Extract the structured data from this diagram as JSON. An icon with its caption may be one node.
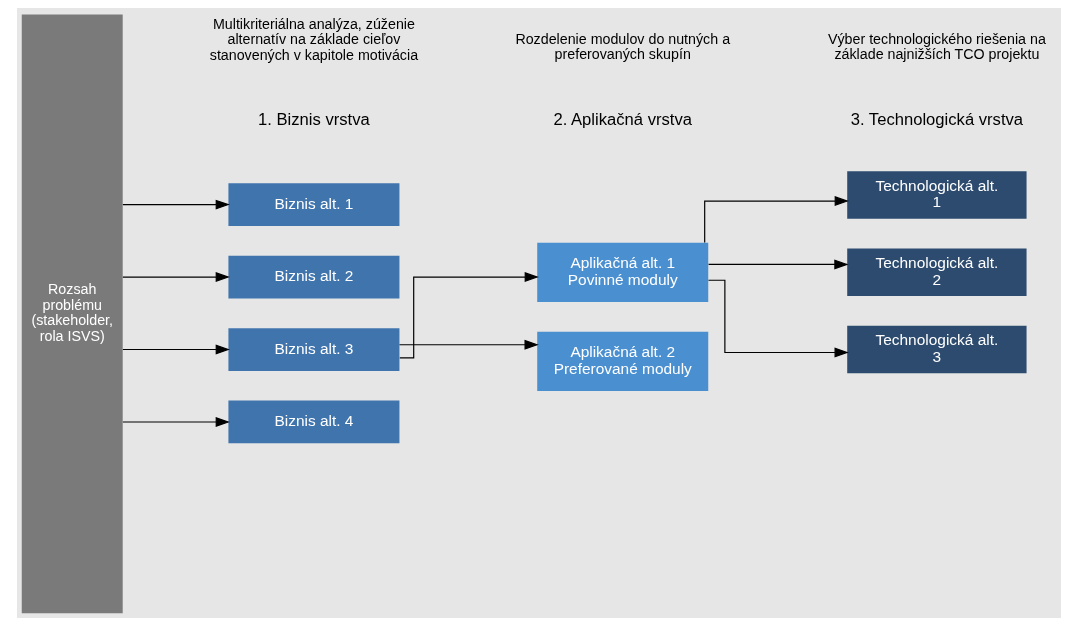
{
  "diagram": {
    "nodes": [
      {
        "text": [
          "Rozsah problému (stakeholder, rola ISVS)"
        ]
      },
      {
        "text": [
          "Biznis alt. 1"
        ]
      },
      {
        "text": [
          "Biznis alt. 2"
        ]
      },
      {
        "text": [
          "Biznis alt. 3"
        ]
      },
      {
        "text": [
          "Biznis alt. 4"
        ]
      },
      {
        "text": [
          "Aplikačná alt. 1 Povinné moduly"
        ]
      },
      {
        "text": [
          "Aplikačná alt. 2 Preferované moduly"
        ]
      },
      {
        "text": [
          "Technologická alt. 1"
        ]
      },
      {
        "text": [
          "Technologická alt. 2"
        ]
      },
      {
        "text": [
          "Technologická alt. 3"
        ]
      }
    ],
    "edges": [
      {
        "from": 0,
        "to": 1,
        "arrow": "to"
      },
      {
        "from": 0,
        "to": 2,
        "arrow": "to"
      },
      {
        "from": 0,
        "to": 3,
        "arrow": "to"
      },
      {
        "from": 0,
        "to": 4,
        "arrow": "to"
      },
      {
        "from": 3,
        "to": 5,
        "arrow": "to"
      },
      {
        "from": 3,
        "to": 6,
        "arrow": "to"
      },
      {
        "from": 5,
        "to": 7,
        "arrow": "to"
      },
      {
        "from": 5,
        "to": 8,
        "arrow": "to"
      },
      {
        "from": 5,
        "to": 9,
        "arrow": "to"
      }
    ],
    "labels": [
      "1. Biznis vrstva",
      "2. Aplikačná vrstva",
      "3. Technologická vrstva",
      "Multikriteriálna analýza, zúženie alternatív na základe cieľov stanovených v kapitole motivácia",
      "Rozdelenie modulov do nutných a preferovaných skupín",
      "Výber technologického riešenia na základe najnižších TCO projektu"
    ]
  }
}
